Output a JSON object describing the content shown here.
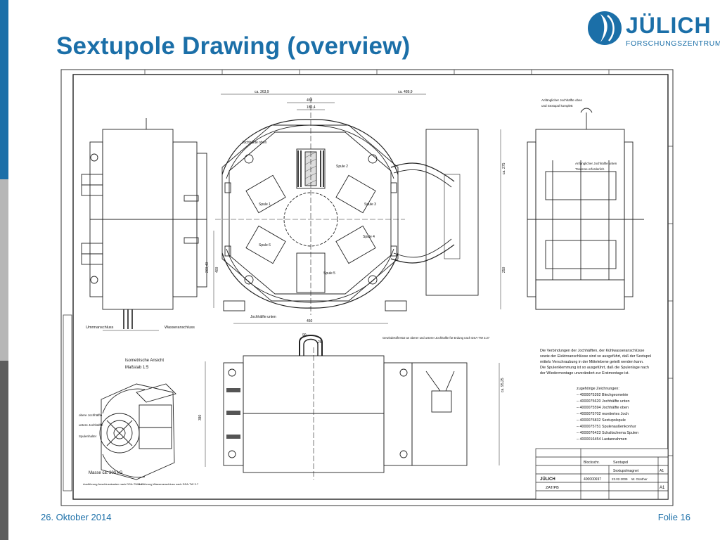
{
  "slide": {
    "title": "Sextupole Drawing  (overview)",
    "date": "26. Oktober 2014",
    "page": "Folie 16"
  },
  "logo": {
    "name": "JÜLICH",
    "subtitle": "FORSCHUNGSZENTRUM"
  },
  "drawing": {
    "labels": {
      "jochhaelfte_oben": "Jochhälfte oben",
      "jochhaelfte_unten": "Jochhälfte unten",
      "spule1": "Spule 1",
      "spule2": "Spule 2",
      "spule3": "Spule 3",
      "spule4": "Spule 4",
      "spule5": "Spule 5",
      "spule6": "Spule 6",
      "umrmanschluss": "Umrmanschluss",
      "wasseranschluss": "Wasseranschluss",
      "isometric": "Isometrische Ansicht",
      "massstab": "Maßstab 1:5",
      "obere_jochhaelfte": "obere Jochhälfte",
      "untere_jochhaelfte": "untere Jochhälfte",
      "spulenhalter": "Spulenhalter",
      "masse": "Masse ca. 300 kG",
      "ausfuehrung1": "Ausführung Anschlusskasten nach DSA-TW 3.7",
      "ausfuehrung2": "Ausführung Wasseranschluss nach DSA-TW 3.7",
      "anfangs_oben": "Anfänglicher Jochhälfte oben",
      "sextupol_komplett": "und Sextupol komplett",
      "anfangs_unten": "Anfänglicher Jochhälfte unten",
      "traverse": "Traverse erforderlich",
      "gewinde": "Gewindestift M10 an oberer und unterer Jochhälfte für Erdung nach DSA-TW 3.27"
    },
    "dimensions": {
      "d1": "ca. 363,9",
      "d2": "ca. 489,9",
      "d3": "458",
      "d4": "180,4",
      "d5": "400",
      "d6": "450",
      "d7": "ca. 275",
      "d8": "250",
      "d9": "ca. 95,25",
      "d10": "380",
      "d11": "26",
      "d12": "90",
      "d13": "260,40"
    },
    "note": {
      "line1": "Die Verbindungen der Jochhälften, der Kühlwasseranschlüsse",
      "line2": "sowie der Elektroanschlüsse sind so ausgeführt, daß der Sextupol",
      "line3": "mittels Verschraubung in der Mittelebene geteilt werden kann.",
      "line4": "Die Spulenklemmung ist so ausgeführt, daß die Spulenlage nach",
      "line5": "der Wiedermontage unverändert zur Erstmontage ist."
    },
    "refs": {
      "heading": "zugehörige Zeichnungen:",
      "items": [
        "– 4000075392 Blechgeometrie",
        "– 4000075620 Jochhälfte unten",
        "– 4000075594 Jochhälfte oben",
        "– 4000075702 montiertes Joch",
        "– 4000075832 Sextupolspule",
        "– 4000075751 Spulenaußenkonhur",
        "– 4000076423 Schaltschema Spulen",
        "– 4000016454 Lastannahmen"
      ]
    },
    "titleblock": {
      "name1": "Sextupol",
      "name2": "Sextupolmagnet",
      "part": "Blockschr.",
      "number": "400000697",
      "rev": "A1",
      "date": "23.02.2009",
      "author": "W. Günther",
      "dept": "ZAT/PB",
      "company": "JÜLICH",
      "size": "A1"
    }
  }
}
